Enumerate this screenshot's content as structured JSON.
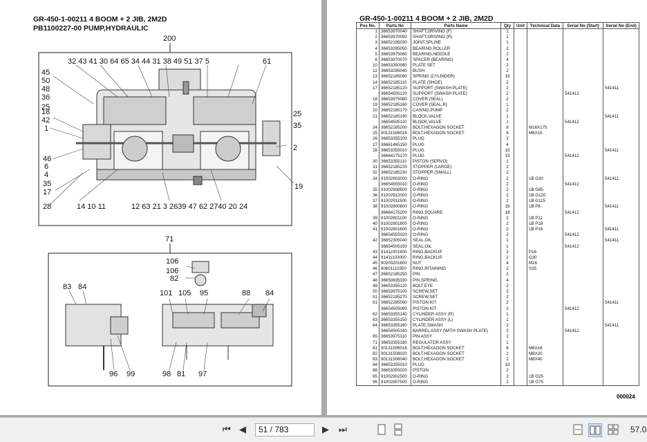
{
  "left_page": {
    "title_line1": "GR-450-1-00211 4 BOOM + 2 JIB, 2M2D",
    "title_line2": "PB1100227-00 PUMP,HYDRAULIC",
    "callouts": {
      "c200": "200",
      "c71": "71",
      "top_row": "32 43 41 30 64 65 34 44 31 38 49 51 37 5",
      "c61": "61",
      "c45": "45",
      "c50": "50",
      "c48": "48",
      "c36": "36",
      "c25a": "25",
      "c18": "18",
      "c42": "42",
      "c1": "1",
      "c25b": "25",
      "c35": "35",
      "c2": "2",
      "c46": "46",
      "c6": "6",
      "c4": "4",
      "c35b": "35",
      "c17": "17",
      "c19": "19",
      "c28": "28",
      "bottom_row": "14 10 11",
      "bottom_row2": "12 63 21 3 2639 47 62 2740 20 24",
      "c106a": "106",
      "c106b": "106",
      "c82": "82",
      "c83": "83",
      "c84a": "84",
      "c101": "101",
      "c105": "105",
      "c95": "95",
      "c88": "88",
      "c84b": "84",
      "c96": "96",
      "c99": "99",
      "c98": "98",
      "c81": "81",
      "c97": "97"
    }
  },
  "right_page": {
    "title": "GR-450-1-00211 4 BOOM + 2 JIB, 2M2D",
    "columns": [
      "Pos No.",
      "Parts No",
      "Parts Name",
      "Qty",
      "Unit",
      "Technical Data",
      "Serial No (Start)",
      "Serial No (End)"
    ],
    "rows": [
      [
        "1",
        "36653970040",
        "SHAFT,DRIVING (F)",
        "1",
        "",
        "",
        "",
        ""
      ],
      [
        "2",
        "36653970050",
        "SHAFT,DRIVING (R)",
        "1",
        "",
        "",
        "",
        ""
      ],
      [
        "3",
        "36652185030",
        "JOINT,SPLINE",
        "1",
        "",
        "",
        "",
        ""
      ],
      [
        "4",
        "36653295050",
        "BEARING,ROLLER",
        "2",
        "",
        "",
        "",
        ""
      ],
      [
        "5",
        "36653975060",
        "BEARING,NEEDLE",
        "2",
        "",
        "",
        "",
        ""
      ],
      [
        "6",
        "36653970070",
        "SPACER (BEARING)",
        "4",
        "",
        "",
        "",
        ""
      ],
      [
        "10",
        "36653350080",
        "PLATE SET",
        "2",
        "",
        "",
        "",
        ""
      ],
      [
        "12",
        "36653295040",
        "BUSH",
        "2",
        "",
        "",
        "",
        ""
      ],
      [
        "13",
        "36652185090",
        "SPRING (CYLINDER)",
        "18",
        "",
        "",
        "",
        ""
      ],
      [
        "14",
        "36652185110",
        "PLATE (SHOE)",
        "2",
        "",
        "",
        "",
        ""
      ],
      [
        "17",
        "36652185120",
        "SUPPORT (SWASH PLATE)",
        "2",
        "",
        "",
        "",
        "541411"
      ],
      [
        "",
        "36654505120",
        "SUPPORT (SWASH PLATE)",
        "2",
        "",
        "",
        "541412",
        ""
      ],
      [
        "18",
        "36653975080",
        "COVER (SEAL)",
        "2",
        "",
        "",
        "",
        ""
      ],
      [
        "19",
        "36652185160",
        "COVER (SEAL,R)",
        "1",
        "",
        "",
        "",
        ""
      ],
      [
        "20",
        "36652185170",
        "CASING,PUMP",
        "2",
        "",
        "",
        "",
        ""
      ],
      [
        "21",
        "36652185190",
        "BLOCK,VALVE",
        "1",
        "",
        "",
        "",
        "541411"
      ],
      [
        "",
        "36654505110",
        "BLOCK,VALVE",
        "1",
        "",
        "",
        "541412",
        ""
      ],
      [
        "24",
        "36652185200",
        "BOLT,HEXAGON SOCKET",
        "8",
        "",
        "M16X175",
        "",
        ""
      ],
      [
        "25",
        "90131506016",
        "BOLT,HEXAGON SOCKET",
        "8",
        "",
        "M6X16",
        "",
        ""
      ],
      [
        "26",
        "36653355100",
        "PLUG",
        "2",
        "",
        "",
        "",
        ""
      ],
      [
        "27",
        "36661465150",
        "PLUG",
        "4",
        "",
        "",
        "",
        ""
      ],
      [
        "28",
        "36653355010",
        "PLUG",
        "15",
        "",
        "",
        "",
        "541411"
      ],
      [
        "",
        "36664175170",
        "PLUG",
        "15",
        "",
        "",
        "541412",
        ""
      ],
      [
        "30",
        "36653355110",
        "PISTON (SERVO)",
        "2",
        "",
        "",
        "",
        ""
      ],
      [
        "31",
        "36652185220",
        "STOPPER (LARGE)",
        "2",
        "",
        "",
        "",
        ""
      ],
      [
        "32",
        "36652185230",
        "STOPPER (SMALL)",
        "2",
        "",
        "",
        "",
        ""
      ],
      [
        "34",
        "91002903000",
        "O-RING",
        "2",
        "",
        "1B G30",
        "",
        "541411"
      ],
      [
        "",
        "36654555010",
        "O-RING",
        "2",
        "",
        "",
        "541412",
        ""
      ],
      [
        "35",
        "91002908500",
        "O-RING",
        "2",
        "",
        "1B G85",
        "",
        ""
      ],
      [
        "36",
        "91002912000",
        "O-RING",
        "2",
        "",
        "1B G120",
        "",
        ""
      ],
      [
        "37",
        "91002911500",
        "O-RING",
        "2",
        "",
        "1B G115",
        "",
        ""
      ],
      [
        "38",
        "91002800800",
        "O-RING",
        "18",
        "",
        "1B P8",
        "",
        "541411"
      ],
      [
        "",
        "36664175200",
        "RING,SQUARE",
        "18",
        "",
        "",
        "541412",
        ""
      ],
      [
        "39",
        "91002801100",
        "O-RING",
        "2",
        "",
        "1B P11",
        "",
        ""
      ],
      [
        "40",
        "91002801800",
        "O-RING",
        "2",
        "",
        "1B P18",
        "",
        ""
      ],
      [
        "41",
        "91002801600",
        "O-RING",
        "2",
        "",
        "1B P16",
        "",
        "541411"
      ],
      [
        "",
        "36654555020",
        "O-RING",
        "2",
        "",
        "",
        "541412",
        ""
      ],
      [
        "42",
        "36652305040",
        "SEAL,OIL",
        "1",
        "",
        "",
        "",
        "541411"
      ],
      [
        "",
        "36654505150",
        "SEAL,OIL",
        "1",
        "",
        "",
        "541412",
        ""
      ],
      [
        "43",
        "91411001600",
        "RING,BACKUP",
        "2",
        "",
        "P16",
        "",
        ""
      ],
      [
        "44",
        "91411103000",
        "RING,BACKUP",
        "2",
        "",
        "G30",
        "",
        ""
      ],
      [
        "45",
        "90203201600",
        "NUT",
        "4",
        "",
        "M16",
        "",
        ""
      ],
      [
        "46",
        "80601110350",
        "RING,RITAINING",
        "2",
        "",
        "S35",
        "",
        ""
      ],
      [
        "47",
        "36652185250",
        "PIN",
        "2",
        "",
        "",
        "",
        ""
      ],
      [
        "48",
        "36650835330",
        "PIN,SPRING",
        "4",
        "",
        "",
        "",
        ""
      ],
      [
        "49",
        "36653355120",
        "BOLT,EYE",
        "2",
        "",
        "",
        "",
        ""
      ],
      [
        "50",
        "36653975100",
        "SCREW,SET",
        "2",
        "",
        "",
        "",
        ""
      ],
      [
        "51",
        "36652185270",
        "SCREW,SET",
        "2",
        "",
        "",
        "",
        ""
      ],
      [
        "61",
        "36652295090",
        "PISTON KIT",
        "2",
        "",
        "",
        "",
        "541411"
      ],
      [
        "",
        "36654505060",
        "PISTON KIT",
        "2",
        "",
        "",
        "541412",
        ""
      ],
      [
        "62",
        "36653355140",
        "CYLINDER ASSY (R)",
        "1",
        "",
        "",
        "",
        ""
      ],
      [
        "63",
        "36653355150",
        "CYLINDER ASSY (L)",
        "1",
        "",
        "",
        "",
        ""
      ],
      [
        "64",
        "36653355160",
        "PLATE,SWASH",
        "2",
        "",
        "",
        "",
        "541411"
      ],
      [
        "",
        "36654505160",
        "BARREL ASSY (WITH SWASH PLATE)",
        "2",
        "",
        "",
        "541412",
        ""
      ],
      [
        "65",
        "36653975110",
        "PIN ASSY",
        "2",
        "",
        "",
        "",
        ""
      ],
      [
        "71",
        "36653355180",
        "REGULATOR ASSY",
        "1",
        "",
        "",
        "",
        ""
      ],
      [
        "81",
        "90131506016",
        "BOLT,HEXAGON SOCKET",
        "8",
        "",
        "M6X16",
        "",
        ""
      ],
      [
        "82",
        "90131508020",
        "BOLT,HEXAGON SOCKET",
        "2",
        "",
        "M8X20",
        "",
        ""
      ],
      [
        "83",
        "90131508040",
        "BOLT,HEXAGON SOCKET",
        "2",
        "",
        "M8X40",
        "",
        ""
      ],
      [
        "84",
        "36653355010",
        "PLUG",
        "10",
        "",
        "",
        "",
        ""
      ],
      [
        "88",
        "36653355020",
        "PISTON",
        "2",
        "",
        "",
        "",
        ""
      ],
      [
        "95",
        "91002902500",
        "O-RING",
        "2",
        "",
        "1B G25",
        "",
        ""
      ],
      [
        "96",
        "91002907500",
        "O-RING",
        "2",
        "",
        "1B G75",
        "",
        ""
      ]
    ],
    "page_no": "000024"
  },
  "toolbar": {
    "first": "⏮",
    "prev": "◀",
    "page_indicator": "51 / 783",
    "next": "▶",
    "last": "⏭",
    "zoom": "57.0"
  }
}
